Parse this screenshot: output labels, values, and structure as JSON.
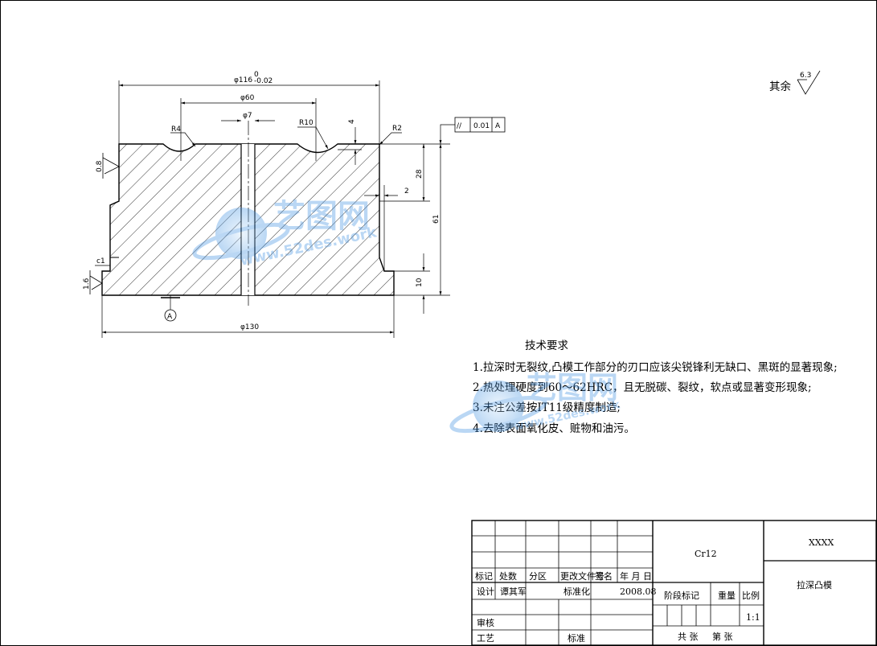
{
  "surface_finish": {
    "label": "其余",
    "value": "6.3"
  },
  "dimensions": {
    "d116": "φ116",
    "d116_tol_upper": "0",
    "d116_tol_lower": "-0.02",
    "d60": "φ60",
    "d7": "φ7",
    "d130": "φ130",
    "r4": "R4",
    "r10": "R10",
    "r2": "R2",
    "depth4": "4",
    "h28": "28",
    "h61": "61",
    "w2": "2",
    "h10": "10",
    "chamfer": "c1",
    "rough_top": "0.8",
    "rough_bottom": "1.6"
  },
  "gdt": {
    "symbol": "//",
    "tolerance": "0.01",
    "datum": "A"
  },
  "datum_label": "A",
  "requirements": {
    "title": "技术要求",
    "items": [
      "1.拉深时无裂纹,凸模工作部分的刃口应该尖锐锋利无缺口、黑斑的显著现象;",
      "2.热处理硬度到60～62HRC，且无脱碳、裂纹，软点或显著变形现象;",
      "3.未注公差按IT11级精度制造;",
      "4.去除表面氧化皮、赃物和油污。"
    ]
  },
  "title_block": {
    "headers": [
      "标记",
      "处数",
      "分区",
      "更改文件号",
      "签名",
      "年 月 日"
    ],
    "design_label": "设计",
    "designer": "谭其军",
    "standardization": "标准化",
    "date": "2008.08",
    "review": "审核",
    "process": "工艺",
    "approve": "标准",
    "material": "Cr12",
    "stage_mark": "阶段标记",
    "weight": "重量",
    "scale_label": "比例",
    "scale": "1:1",
    "total_sheets": "共  张",
    "sheet_no": "第  张",
    "code": "XXXX",
    "part_name": "拉深凸模"
  },
  "watermark": {
    "text": "艺图网",
    "url": "www.52des.work"
  }
}
